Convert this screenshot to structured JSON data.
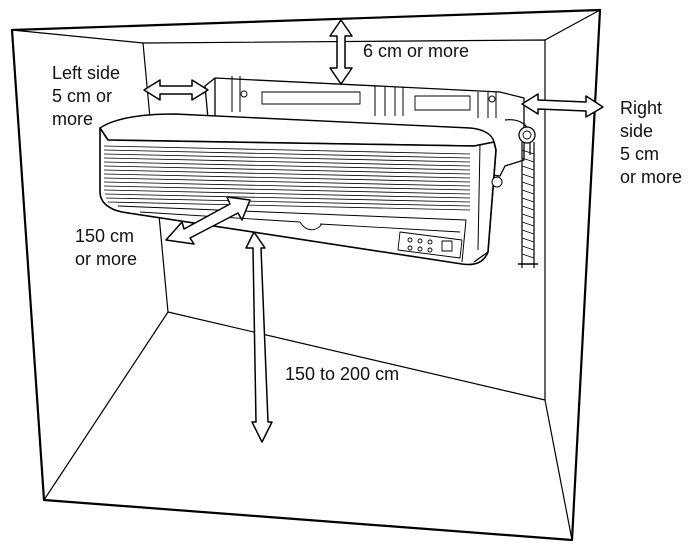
{
  "labels": {
    "top_clearance": "6 cm or more",
    "left_clearance": [
      "Left side",
      "5 cm or",
      "more"
    ],
    "right_clearance": [
      "Right",
      "side",
      "5 cm",
      "or more"
    ],
    "front_clearance": [
      "150 cm",
      "or more"
    ],
    "floor_height": "150 to 200 cm"
  },
  "colors": {
    "line": "#000000",
    "background": "#ffffff"
  }
}
